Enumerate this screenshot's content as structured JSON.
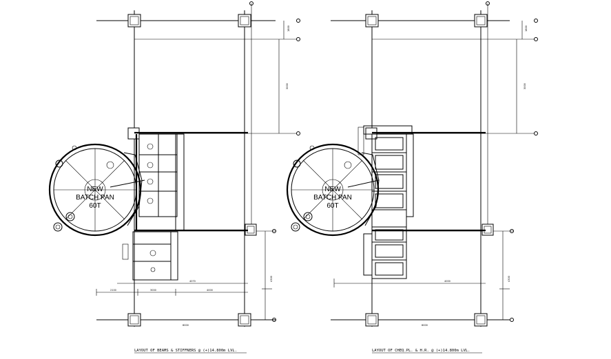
{
  "left_plan": {
    "title": "LAYOUT OF BEAMS & STIFFNERS @ (+)14.800m LVL.",
    "equipment_label": [
      "NEW",
      "BATCH PAN",
      "60T"
    ]
  },
  "right_plan": {
    "title": "LAYOUT OF CHEQ.PL. & H.R. @ (+)14.800m LVL.",
    "equipment_label": [
      "NEW",
      "BATCH PAN",
      "60T"
    ]
  }
}
